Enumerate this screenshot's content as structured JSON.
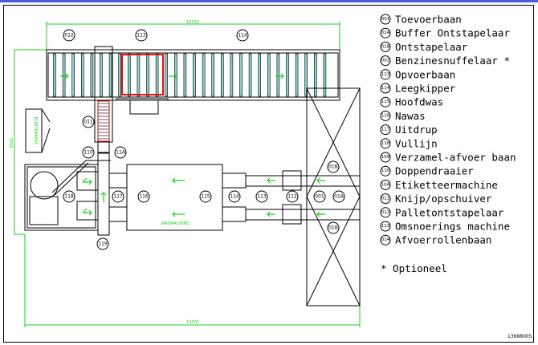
{
  "drawing_number": "13688005",
  "dimensions": {
    "top_width": "10510",
    "bottom_width": "12000",
    "height": "5565"
  },
  "equipment_labels": {
    "electrical_cabinet": "ELEKTRAKAST",
    "washing_machine": "WASMACHINE"
  },
  "layout_callouts": [
    "012",
    "113",
    "114",
    "011",
    "110",
    "11A",
    "118",
    "117",
    "116",
    "115",
    "114",
    "113",
    "112",
    "001",
    "01A",
    "01B",
    "01B",
    "119"
  ],
  "legend": [
    {
      "code": "001",
      "label": "Toevoerbaan"
    },
    {
      "code": "01A",
      "label": "Buffer Ontstapelaar"
    },
    {
      "code": "01B",
      "label": "Ontstapelaar"
    },
    {
      "code": "002",
      "label": "Benzinesnuffelaar *"
    },
    {
      "code": "113",
      "label": "Opvoerbaan"
    },
    {
      "code": "114",
      "label": "Leegkipper"
    },
    {
      "code": "115",
      "label": "Hoofdwas"
    },
    {
      "code": "116",
      "label": "Nawas"
    },
    {
      "code": "117",
      "label": "Uitdrup"
    },
    {
      "code": "118",
      "label": "Vullijn"
    },
    {
      "code": "109",
      "label": "Verzamel-afvoer baan"
    },
    {
      "code": "110",
      "label": "Doppendraaier"
    },
    {
      "code": "10A",
      "label": "Etiketteermachine"
    },
    {
      "code": "011",
      "label": "Knijp/opschuiver"
    },
    {
      "code": "012",
      "label": "Palletontstapelaar"
    },
    {
      "code": "113",
      "label": "Omsnoerings machine"
    },
    {
      "code": "014",
      "label": "Afvoerrollenbaan"
    }
  ],
  "footnote": "* Optioneel",
  "colors": {
    "dimension": "#22cc22",
    "highlight": "#dd1111",
    "roller": "#8fcfcf",
    "title_bar": "#4a5ad8"
  }
}
